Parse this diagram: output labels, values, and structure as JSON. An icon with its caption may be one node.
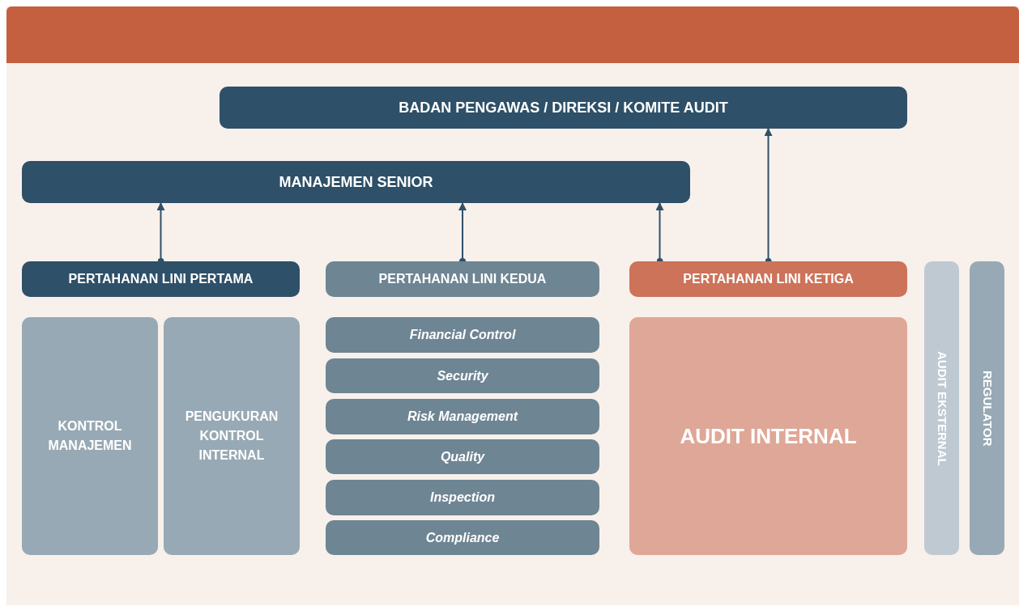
{
  "diagram": {
    "nodes": [
      {
        "text": [
          "BADAN PENGAWAS / DIREKSI / KOMITE AUDIT"
        ]
      },
      {
        "text": [
          "MANAJEMEN SENIOR"
        ]
      },
      {
        "text": [
          "PERTAHANAN LINI PERTAMA"
        ]
      },
      {
        "text": [
          "PERTAHANAN LINI KEDUA"
        ]
      },
      {
        "text": [
          "PERTAHANAN LINI KETIGA"
        ]
      },
      {
        "text": [
          "KONTROL MANAJEMEN"
        ]
      },
      {
        "text": [
          "PENGUKURAN KONTROL INTERNAL"
        ]
      },
      {
        "text": [
          "Financial Control"
        ]
      },
      {
        "text": [
          "Security"
        ]
      },
      {
        "text": [
          "Risk Management"
        ]
      },
      {
        "text": [
          "Quality"
        ]
      },
      {
        "text": [
          "Inspection"
        ]
      },
      {
        "text": [
          "Compliance"
        ]
      },
      {
        "text": [
          "AUDIT INTERNAL"
        ]
      },
      {
        "text": [
          "AUDIT EKSTERNAL"
        ]
      },
      {
        "text": [
          "REGULATOR"
        ]
      }
    ],
    "edges": [
      {
        "from": 2,
        "to": 1,
        "arrow": "to"
      },
      {
        "from": 3,
        "to": 1,
        "arrow": "to"
      },
      {
        "from": 4,
        "to": 1,
        "arrow": "to"
      },
      {
        "from": 4,
        "to": 0,
        "arrow": "to"
      }
    ]
  }
}
